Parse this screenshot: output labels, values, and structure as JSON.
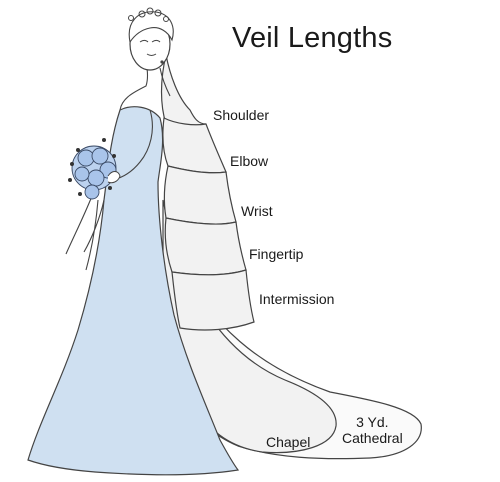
{
  "title": "Veil Lengths",
  "veil_lengths": {
    "shoulder": "Shoulder",
    "elbow": "Elbow",
    "wrist": "Wrist",
    "fingertip": "Fingertip",
    "intermission": "Intermission",
    "chapel": "Chapel",
    "cathedral_line1": "3 Yd.",
    "cathedral_line2": "Cathedral"
  },
  "colors": {
    "dress": "#cfe0f1",
    "veil": "#f2f2f2",
    "bouquet": "#a9c4ea",
    "outline": "#333333"
  }
}
